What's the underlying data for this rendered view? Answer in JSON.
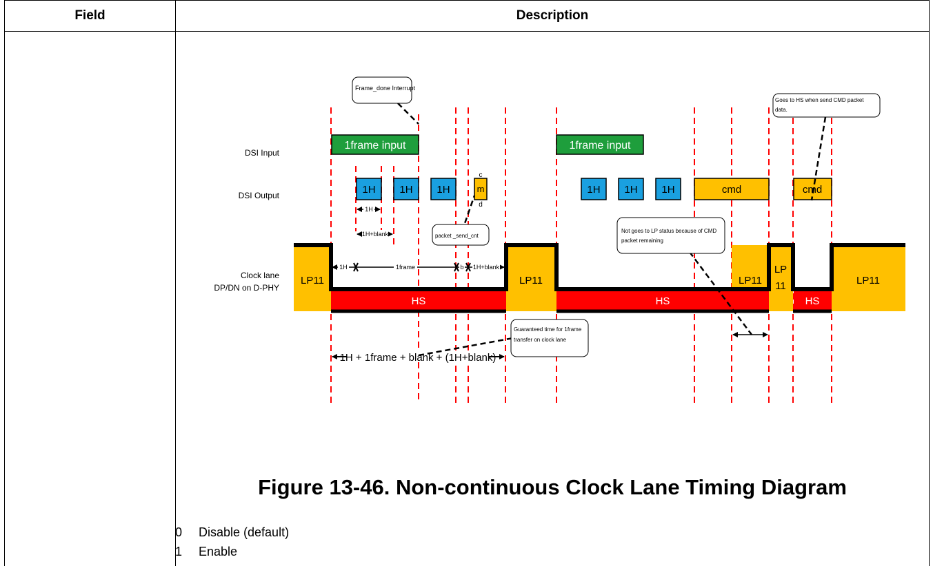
{
  "table": {
    "header_field": "Field",
    "header_description": "Description"
  },
  "diagram": {
    "row_labels": {
      "dsi_input": "DSI Input",
      "dsi_output": "DSI Output",
      "clock_lane_1": "Clock lane",
      "clock_lane_2": "DP/DN on D-PHY"
    },
    "callouts": {
      "frame_done": "Frame_done Interrupt",
      "goes_to_hs_1": "Goes to HS when send CMD packet",
      "goes_to_hs_2": "data.",
      "packet_send_cnt": "packet _send_cnt",
      "not_lp_1": "Not goes to LP status because of CMD",
      "not_lp_2": "packet remaining",
      "guaranteed_1": "Guaranteed time for 1frame",
      "guaranteed_2": "transfer on clock lane"
    },
    "blocks": {
      "frame_input": "1frame input",
      "line": "1H",
      "cmd": "cmd",
      "cmd_c": "c",
      "cmd_m": "m",
      "cmd_d": "d",
      "lp11": "LP11",
      "lp_1": "LP",
      "lp_2": "11",
      "hs": "HS"
    },
    "measures": {
      "one_h": "1H",
      "one_h_blank": "1H+blank",
      "lane_1h": "1H",
      "lane_frame": "1frame",
      "lane_b": "b",
      "lane_1h_blank": "1H+blank",
      "total": "1H + 1frame + blank + (1H+blank)"
    },
    "colors": {
      "green": "#1e9e3c",
      "blue": "#1aa0e0",
      "orange": "#ffc000",
      "red": "#ff0000",
      "dashed": "#ff0000"
    }
  },
  "figure_title": "Figure 13-46. Non-continuous Clock Lane Timing Diagram",
  "options": [
    {
      "value": "0",
      "label": "Disable (default)"
    },
    {
      "value": "1",
      "label": "Enable"
    }
  ]
}
